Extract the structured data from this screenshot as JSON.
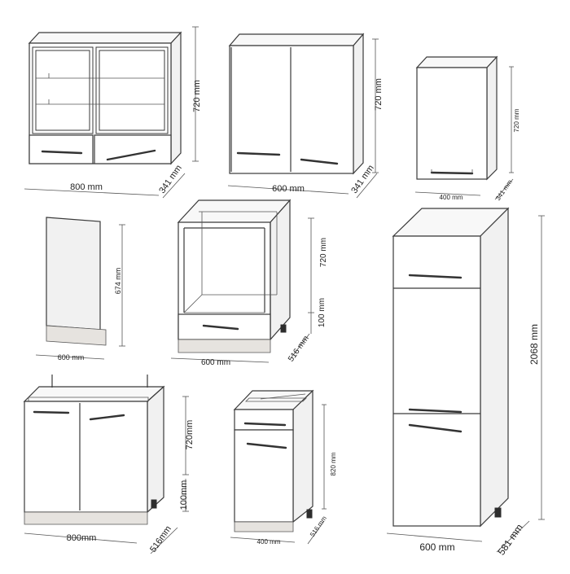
{
  "diagram": {
    "labels": {
      "glass_cabinet_height": "720 mm",
      "glass_cabinet_depth": "341 mm",
      "glass_cabinet_width": "800 mm",
      "wall_cabinet_height": "720 mm",
      "wall_cabinet_depth": "341 mm",
      "wall_cabinet_width": "600 mm",
      "narrow_cabinet_height": "720 mm",
      "narrow_cabinet_depth": "341 mm",
      "narrow_cabinet_width": "400 mm",
      "end_panel_height": "674 mm",
      "end_panel_width": "600 mm",
      "oven_cabinet_height": "720 mm",
      "oven_cabinet_plinth": "100 mm",
      "oven_cabinet_depth": "516 mm",
      "oven_cabinet_width": "600 mm",
      "tall_cabinet_height": "2068 mm",
      "tall_cabinet_width": "600 mm",
      "tall_cabinet_depth": "581 mm",
      "sink_cabinet_height": "720mm",
      "sink_cabinet_plinth": "100mm",
      "sink_cabinet_width": "800mm",
      "sink_cabinet_depth": "516mm",
      "drawer_cabinet_height": "820 mm",
      "drawer_cabinet_width": "400 mm",
      "drawer_cabinet_depth": "516 mm"
    }
  }
}
